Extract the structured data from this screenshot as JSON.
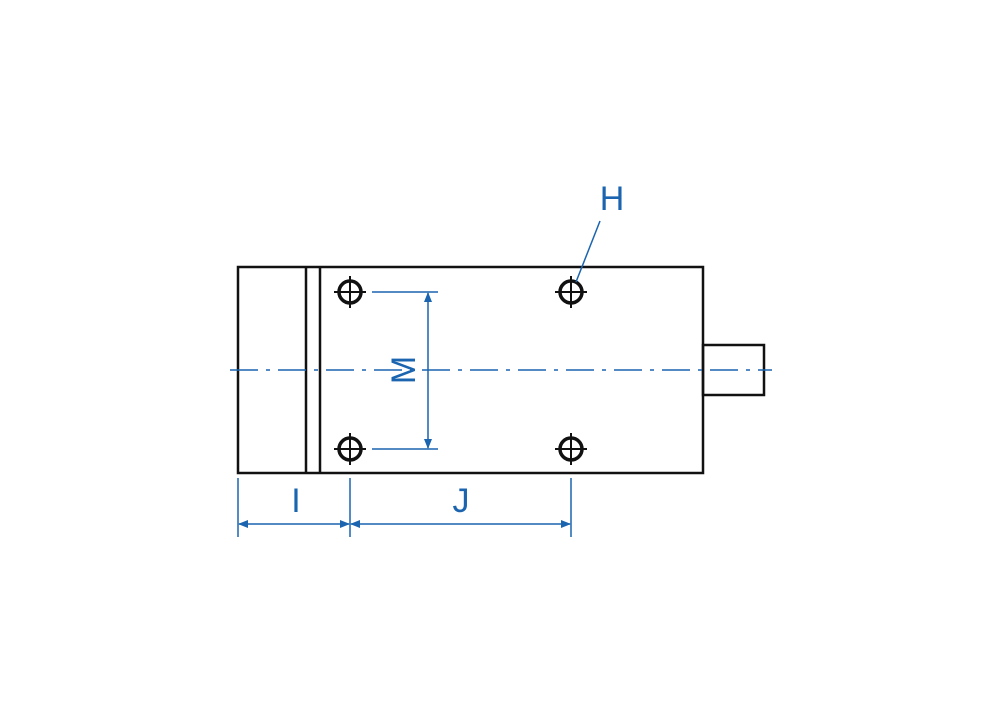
{
  "labels": {
    "hole": "H",
    "offset": "I",
    "hole_spacing_x": "J",
    "hole_spacing_y": "M"
  },
  "colors": {
    "outline": "#111111",
    "dimension": "#1a64b0",
    "background": "#ffffff"
  }
}
